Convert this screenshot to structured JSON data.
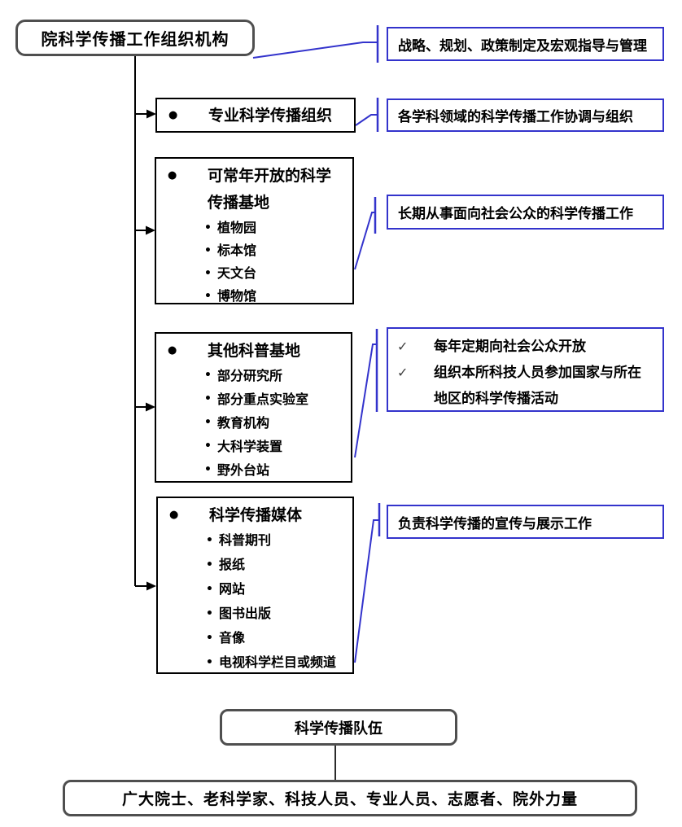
{
  "glyphs": {
    "main_bullet": "●",
    "sub_bullet": "•",
    "check": "✓"
  },
  "colors": {
    "callout_blue": "#3333cc",
    "line_black": "#000000"
  },
  "root_box": {
    "label": "院科学传播工作组织机构"
  },
  "branches": [
    {
      "heading": "专业科学传播组织",
      "items": []
    },
    {
      "heading": "可常年开放的科学传播基地",
      "items": [
        "植物园",
        "标本馆",
        "天文台",
        "博物馆"
      ]
    },
    {
      "heading": "其他科普基地",
      "items": [
        "部分研究所",
        "部分重点实验室",
        "教育机构",
        "大科学装置",
        "野外台站"
      ]
    },
    {
      "heading": "科学传播媒体",
      "items": [
        "科普期刊",
        "报纸",
        "网站",
        "图书出版",
        "音像",
        "电视科学栏目或频道"
      ]
    }
  ],
  "annotations": {
    "root_note": "战略、规划、政策制定及宏观指导与管理",
    "branch1_note": "各学科领域的科学传播工作协调与组织",
    "branch2_note": "长期从事面向社会公众的科学传播工作",
    "branch3_notes": [
      "每年定期向社会公众开放",
      "组织本所科技人员参加国家与所在地区的科学传播活动"
    ],
    "branch4_note": "负责科学传播的宣传与展示工作"
  },
  "bottom": {
    "team_box": "科学传播队伍",
    "members_box": "广大院士、老科学家、科技人员、专业人员、志愿者、院外力量"
  }
}
